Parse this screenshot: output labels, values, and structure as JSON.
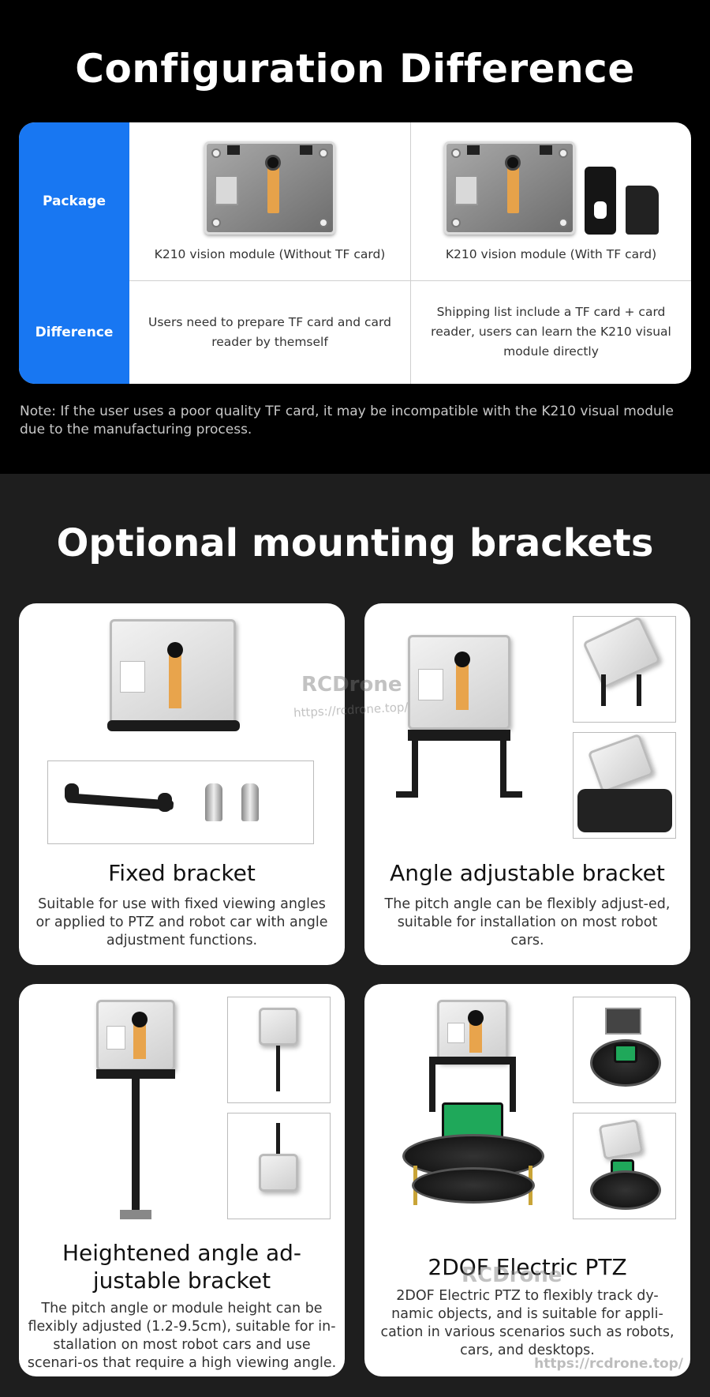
{
  "config": {
    "title": "Configuration Difference",
    "rows": {
      "package_label": "Package",
      "difference_label": "Difference"
    },
    "columns": [
      {
        "caption": "K210 vision module (Without TF card)",
        "difference": "Users need to prepare TF card and card reader by themself"
      },
      {
        "caption": "K210 vision module (With TF card)",
        "difference": "Shipping list include a TF card + card reader, users can learn the K210 visual module directly"
      }
    ],
    "note": "Note: If the user uses a poor quality TF card, it may be incompatible with the K210 visual module due to the manufacturing process."
  },
  "brackets": {
    "title": "Optional mounting brackets",
    "items": [
      {
        "title": "Fixed bracket",
        "description": "Suitable for use with fixed viewing angles or applied to PTZ and robot car with angle adjustment functions."
      },
      {
        "title": "Angle adjustable bracket",
        "description": "The pitch angle can be flexibly adjust-ed, suitable for installation on most robot cars."
      },
      {
        "title": "Heightened angle ad-justable bracket",
        "description": "The pitch angle or module height can be flexibly adjusted (1.2-9.5cm), suitable for in-stallation on most robot cars and use scenari-os that require a high viewing angle."
      },
      {
        "title": "2DOF Electric PTZ",
        "description": "2DOF Electric PTZ to flexibly track dy-namic objects, and is suitable for appli-cation in various scenarios such as robots, cars, and desktops."
      }
    ]
  },
  "watermark": {
    "brand": "RCDrone",
    "url": "https://rcdrone.top/"
  },
  "colors": {
    "accent_blue": "#1877f2",
    "page_bg_top": "#000000",
    "page_bg_bottom": "#1e1e1e"
  }
}
